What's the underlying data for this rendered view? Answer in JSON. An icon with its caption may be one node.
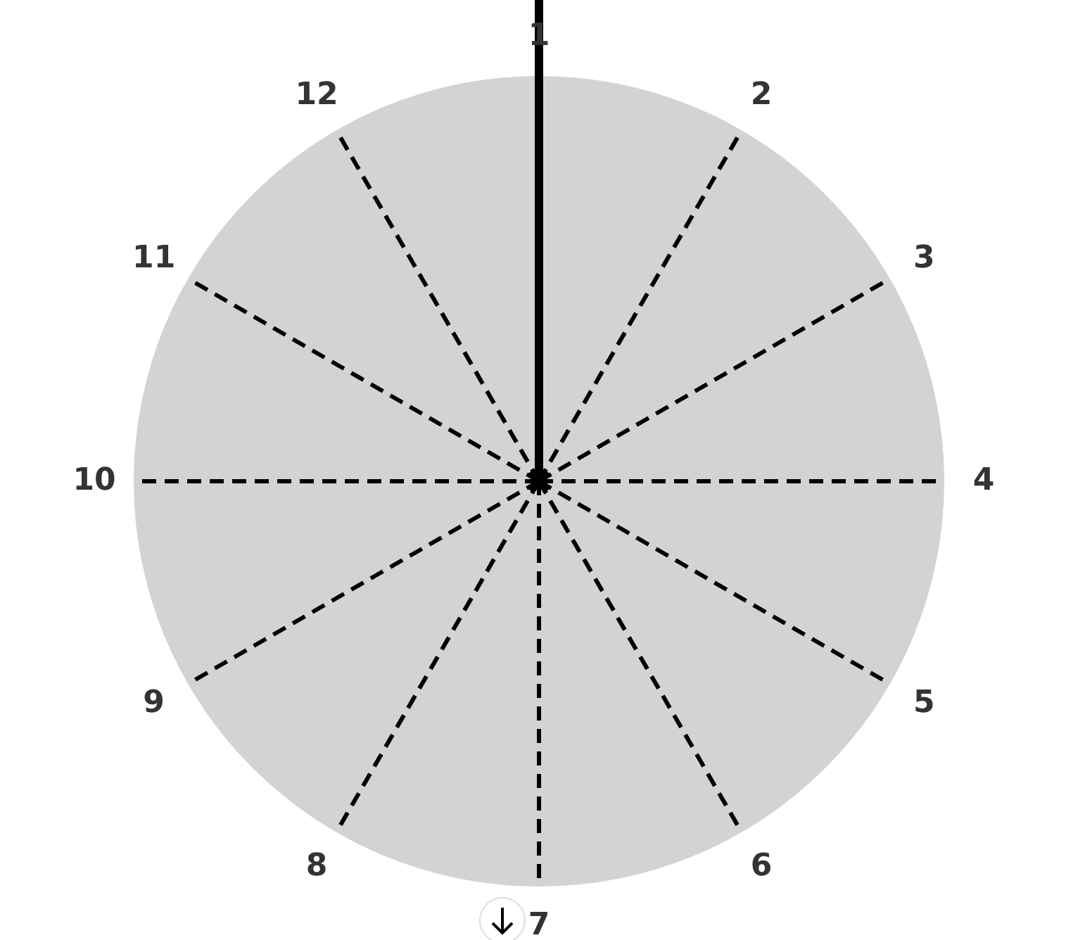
{
  "diagram": {
    "nodes": [
      {
        "text": [],
        "shape": "circle"
      }
    ],
    "labels": [
      "1",
      "2",
      "3",
      "4",
      "5",
      "6",
      "7",
      "8",
      "9",
      "10",
      "11",
      "12"
    ]
  }
}
